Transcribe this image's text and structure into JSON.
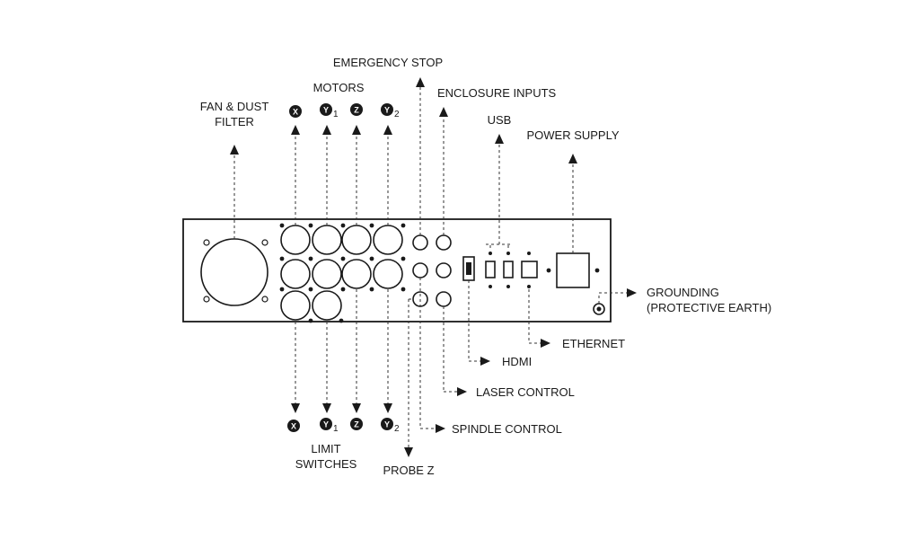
{
  "labels": {
    "emergency_stop": "EMERGENCY STOP",
    "motors": "MOTORS",
    "enclosure_inputs": "ENCLOSURE INPUTS",
    "fan_dust_filter_1": "FAN & DUST",
    "fan_dust_filter_2": "FILTER",
    "usb": "USB",
    "power_supply": "POWER SUPPLY",
    "grounding_1": "GROUNDING",
    "grounding_2": "(PROTECTIVE EARTH)",
    "ethernet": "ETHERNET",
    "hdmi": "HDMI",
    "laser_control": "LASER CONTROL",
    "spindle_control": "SPINDLE CONTROL",
    "limit_switches_1": "LIMIT",
    "limit_switches_2": "SWITCHES",
    "probe_z": "PROBE Z"
  },
  "axes": {
    "x": "X",
    "y": "Y",
    "z": "Z",
    "y1_sub": "1",
    "y2_sub": "2"
  }
}
